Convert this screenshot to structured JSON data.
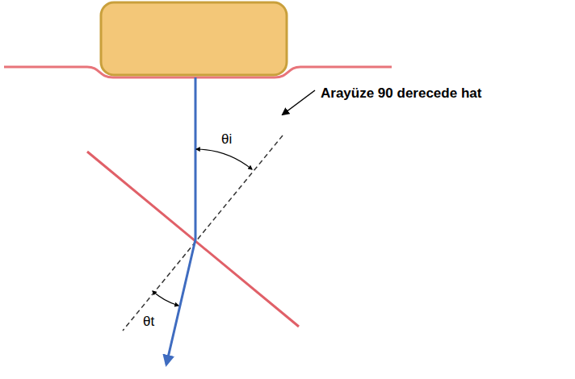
{
  "diagram": {
    "labels": [
      "θi",
      "θt",
      "Arayüze 90 derecede hat"
    ]
  }
}
